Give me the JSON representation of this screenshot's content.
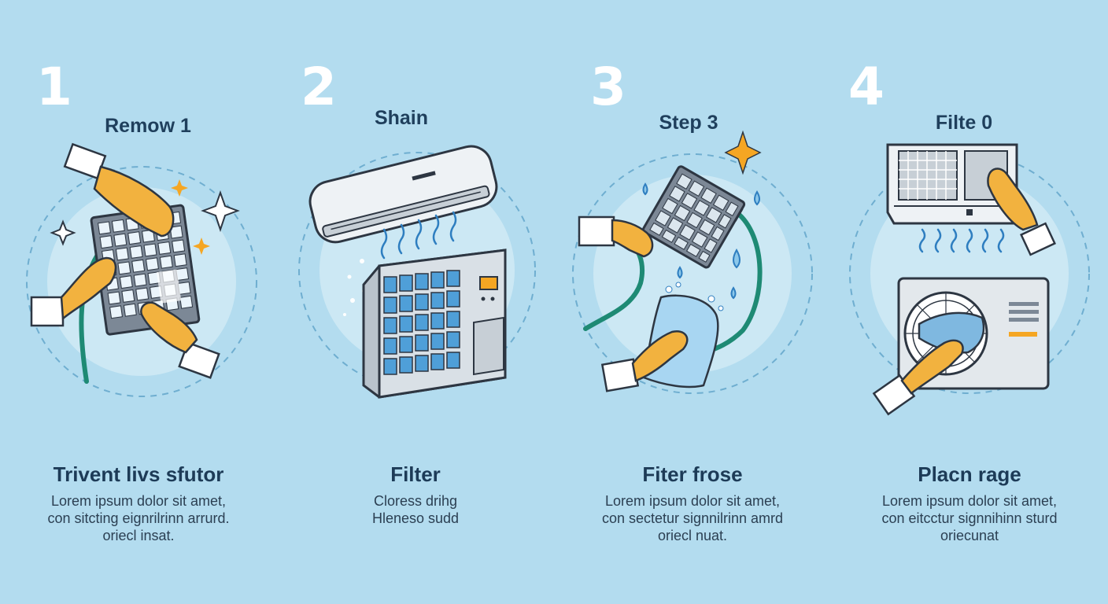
{
  "palette": {
    "background": "#b3dcef",
    "circle": "#cce8f4",
    "hand": "#f2b23f",
    "hose": "#1e8a74",
    "filter_cell": "#4f9fd8",
    "accent": "#f5a623"
  },
  "steps": [
    {
      "number": "1",
      "label": "Remow 1",
      "title": "Trivent livs sfutor",
      "desc": [
        "Lorem ipsum dolor sit amet,",
        "con sitcting eignrilrinn arrurd.",
        "oriecl insat."
      ],
      "icons": [
        "hand-icon",
        "filter-grid-icon",
        "hose-icon",
        "sparkle-icon"
      ]
    },
    {
      "number": "2",
      "label": "Shain",
      "title": "Filter",
      "desc": [
        "Cloress drihg",
        "Hleneso sudd"
      ],
      "icons": [
        "indoor-ac-unit-icon",
        "airflow-icon",
        "outdoor-filter-unit-icon"
      ]
    },
    {
      "number": "3",
      "label": "Step 3",
      "title": "Fiter frose",
      "desc": [
        "Lorem ipsum dolor sit amet,",
        "con sectetur signnilrinn amrd",
        "oriecl nuat."
      ],
      "icons": [
        "hand-icon",
        "filter-grid-icon",
        "hose-icon",
        "cloth-icon",
        "water-drop-icon"
      ]
    },
    {
      "number": "4",
      "label": "Filte 0",
      "title": "Placn rage",
      "desc": [
        "Lorem ipsum dolor sit amet,",
        "con eitcctur signnihinn sturd",
        "oriecunat"
      ],
      "icons": [
        "indoor-ac-unit-icon",
        "hand-icon",
        "outdoor-ac-unit-icon",
        "fan-icon"
      ]
    }
  ]
}
